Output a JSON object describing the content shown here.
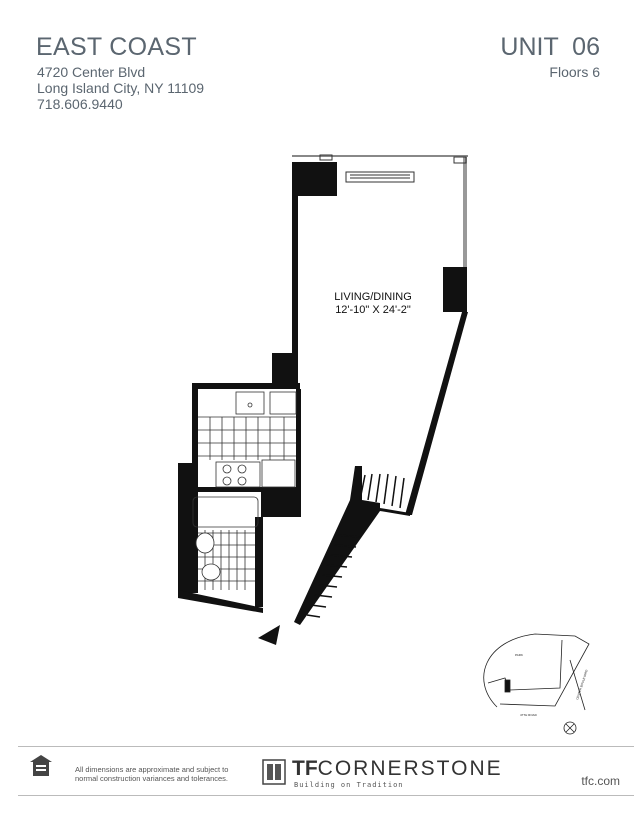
{
  "header": {
    "building_name": "EAST COAST",
    "address_line1": "4720 Center Blvd",
    "address_line2": "Long Island City, NY 11109",
    "phone": "718.606.9440",
    "unit": "UNIT  06",
    "floors": "Floors 6"
  },
  "plan": {
    "room_name": "LIVING/DINING",
    "room_dims": "12'-10\" X 24'-2\"",
    "keyplan_labels": [
      "PARK",
      "CENTER BOULEVARD",
      "47TH ROAD"
    ]
  },
  "footer": {
    "disclaimer_line1": "All dimensions are approximate and subject to",
    "disclaimer_line2": "normal construction variances and tolerances.",
    "brand_bold": "TF",
    "brand_rest": "CORNERSTONE",
    "tagline": "Building on Tradition",
    "website": "tfc.com",
    "equal_housing_icon": "equal-housing-icon"
  }
}
